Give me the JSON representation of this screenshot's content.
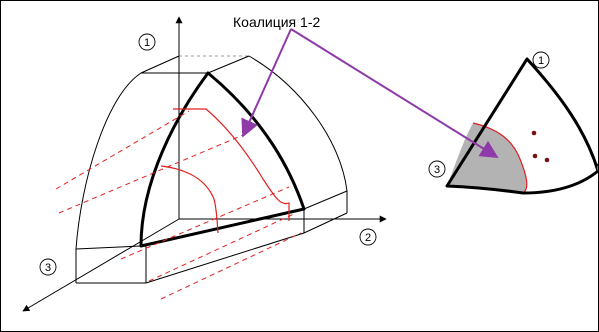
{
  "title": "Коалиция 1-2",
  "axis_labels": {
    "axis1": "1",
    "axis2": "2",
    "axis3": "3"
  },
  "triangle_labels": {
    "vertex1": "1",
    "vertex3": "3"
  }
}
